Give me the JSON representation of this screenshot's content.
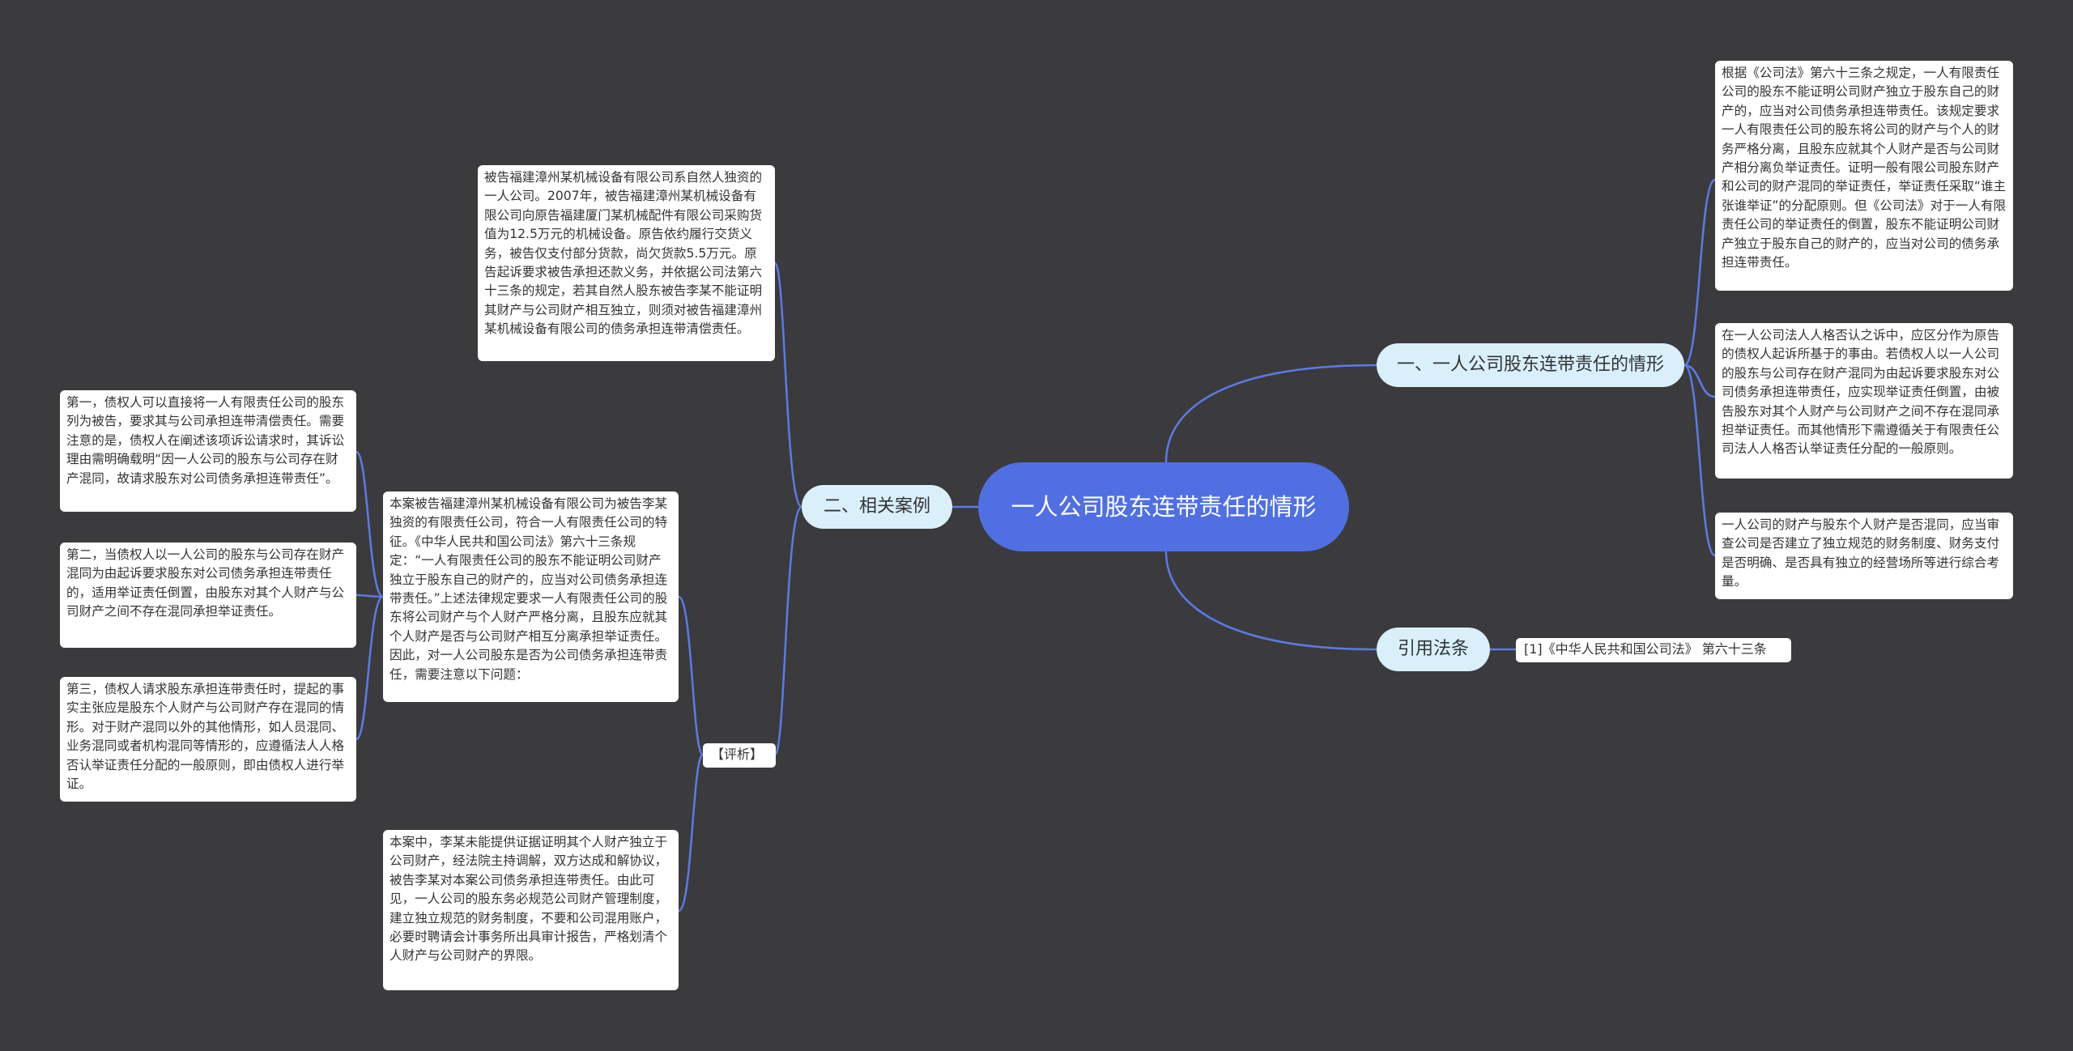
{
  "root": {
    "title": "一人公司股东连带责任的情形"
  },
  "branches": {
    "situations": "一、一人公司股东连带责任的情形",
    "cases": "二、相关案例",
    "law": "引用法条"
  },
  "situation_notes": [
    "根据《公司法》第六十三条之规定，一人有限责任公司的股东不能证明公司财产独立于股东自己的财产的，应当对公司债务承担连带责任。该规定要求一人有限责任公司的股东将公司的财产与个人的财务严格分离，且股东应就其个人财产是否与公司财产相分离负举证责任。证明一般有限公司股东财产和公司的财产混同的举证责任，举证责任采取“谁主张谁举证”的分配原则。但《公司法》对于一人有限责任公司的举证责任的倒置，股东不能证明公司财产独立于股东自己的财产的，应当对公司的债务承担连带责任。",
    "在一人公司法人人格否认之诉中，应区分作为原告的债权人起诉所基于的事由。若债权人以一人公司的股东与公司存在财产混同为由起诉要求股东对公司债务承担连带责任，应实现举证责任倒置，由被告股东对其个人财产与公司财产之间不存在混同承担举证责任。而其他情形下需遵循关于有限责任公司法人人格否认举证责任分配的一般原则。",
    "一人公司的财产与股东个人财产是否混同，应当审查公司是否建立了独立规范的财务制度、财务支付是否明确、是否具有独立的经营场所等进行综合考量。"
  ],
  "law_ref": "[1]《中华人民共和国公司法》 第六十三条",
  "case_facts": "被告福建漳州某机械设备有限公司系自然人独资的一人公司。2007年，被告福建漳州某机械设备有限公司向原告福建厦门某机械配件有限公司采购货值为12.5万元的机械设备。原告依约履行交货义务，被告仅支付部分货款，尚欠货款5.5万元。原告起诉要求被告承担还款义务，并依据公司法第六十三条的规定，若其自然人股东被告李某不能证明其财产与公司财产相互独立，则须对被告福建漳州某机械设备有限公司的债务承担连带清偿责任。",
  "analysis": {
    "label": "【评析】",
    "main": "本案被告福建漳州某机械设备有限公司为被告李某独资的有限责任公司，符合一人有限责任公司的特征。《中华人民共和国公司法》第六十三条规定：“一人有限责任公司的股东不能证明公司财产独立于股东自己的财产的，应当对公司债务承担连带责任。”上述法律规定要求一人有限责任公司的股东将公司财产与个人财产严格分离，且股东应就其个人财产是否与公司财产相互分离承担举证责任。因此，对一人公司股东是否为公司债务承担连带责任，需要注意以下问题：",
    "points": [
      "第一，债权人可以直接将一人有限责任公司的股东列为被告，要求其与公司承担连带清偿责任。需要注意的是，债权人在阐述该项诉讼请求时，其诉讼理由需明确载明“因一人公司的股东与公司存在财产混同，故请求股东对公司债务承担连带责任”。",
      "第二，当债权人以一人公司的股东与公司存在财产混同为由起诉要求股东对公司债务承担连带责任的，适用举证责任倒置，由股东对其个人财产与公司财产之间不存在混同承担举证责任。",
      "第三，债权人请求股东承担连带责任时，提起的事实主张应是股东个人财产与公司财产存在混同的情形。对于财产混同以外的其他情形，如人员混同、业务混同或者机构混同等情形的，应遵循法人人格否认举证责任分配的一般原则，即由债权人进行举证。"
    ],
    "conclusion": "本案中，李某未能提供证据证明其个人财产独立于公司财产，经法院主持调解，双方达成和解协议，被告李某对本案公司债务承担连带责任。由此可见，一人公司的股东务必规范公司财产管理制度，建立独立规范的财务制度，不要和公司混用账户，必要时聘请会计事务所出具审计报告，严格划清个人财产与公司财产的界限。"
  },
  "colors": {
    "background": "#3b3b3d",
    "root": "#4f6fe3",
    "branch": "#d9f0fb",
    "leaf": "#ffffff",
    "connector": "#5b7be8"
  }
}
